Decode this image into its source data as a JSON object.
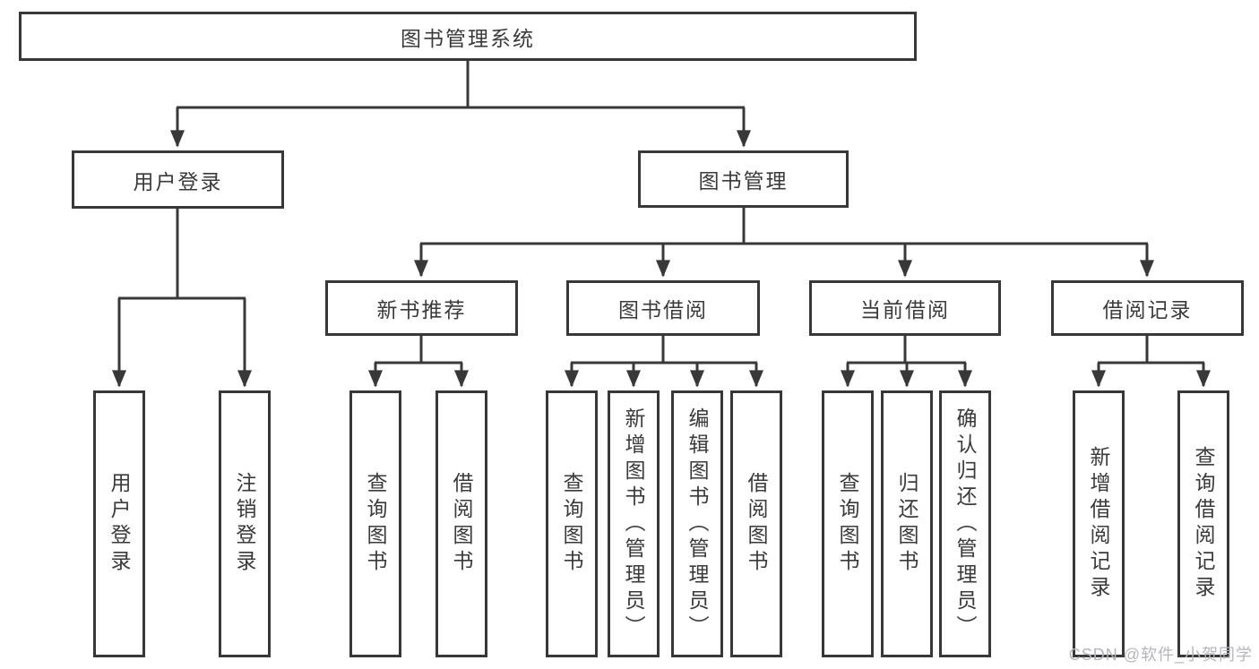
{
  "tree": {
    "root": {
      "label": "图书管理系统"
    },
    "children": [
      {
        "label": "用户登录",
        "children": [
          {
            "label": "用户登录"
          },
          {
            "label": "注销登录"
          }
        ]
      },
      {
        "label": "图书管理",
        "children": [
          {
            "label": "新书推荐",
            "children": [
              {
                "label": "查询图书"
              },
              {
                "label": "借阅图书"
              }
            ]
          },
          {
            "label": "图书借阅",
            "children": [
              {
                "label": "查询图书"
              },
              {
                "label": "新增图书（管理员）"
              },
              {
                "label": "编辑图书（管理员）"
              },
              {
                "label": "借阅图书"
              }
            ]
          },
          {
            "label": "当前借阅",
            "children": [
              {
                "label": "查询图书"
              },
              {
                "label": "归还图书"
              },
              {
                "label": "确认归还（管理员）"
              }
            ]
          },
          {
            "label": "借阅记录",
            "children": [
              {
                "label": "新增借阅记录"
              },
              {
                "label": "查询借阅记录"
              }
            ]
          }
        ]
      }
    ]
  },
  "watermark": {
    "text": "CSDN @软件_小贺同学"
  },
  "style": {
    "line_color": "#383838",
    "box_border_color": "#383838",
    "text_color": "#3a3a3a",
    "watermark_color": "#b4b6ba"
  }
}
